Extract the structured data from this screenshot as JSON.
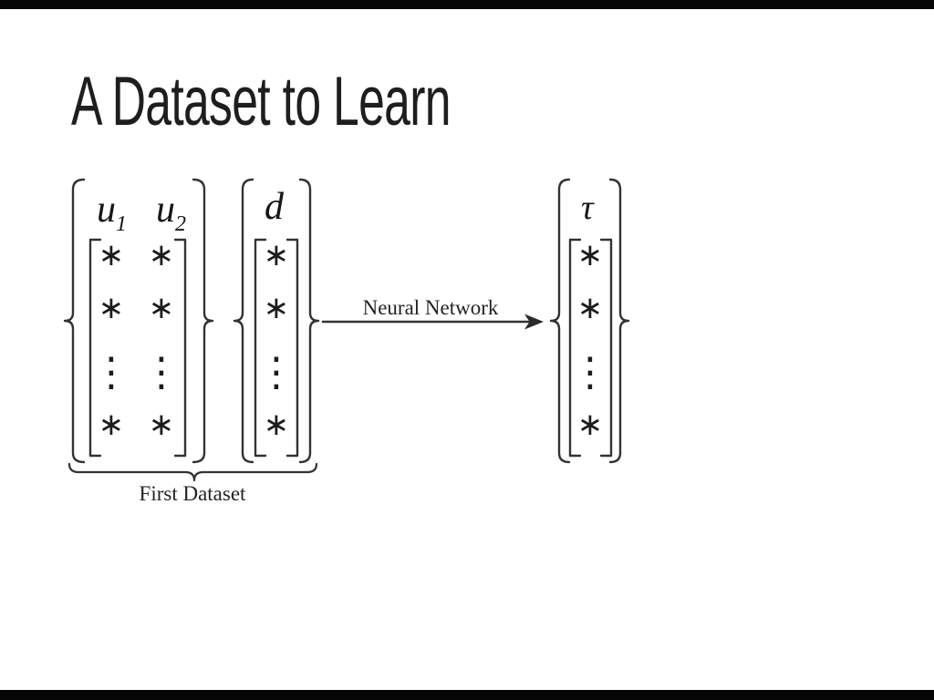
{
  "title": "A Dataset to Learn",
  "colors": {
    "background": "#ffffff",
    "letterbox": "#050505",
    "ink": "#333333"
  },
  "diagram": {
    "first_dataset": {
      "caption": "First Dataset",
      "columns": [
        {
          "label": "u",
          "sub": "1",
          "cells": [
            "∗",
            "∗",
            "⋮",
            "∗"
          ]
        },
        {
          "label": "u",
          "sub": "2",
          "cells": [
            "∗",
            "∗",
            "⋮",
            "∗"
          ]
        }
      ]
    },
    "second_matrix": {
      "label": "d",
      "cells": [
        "∗",
        "∗",
        "⋮",
        "∗"
      ]
    },
    "arrow": {
      "label": "Neural Network"
    },
    "output_matrix": {
      "label": "τ",
      "cells": [
        "∗",
        "∗",
        "⋮",
        "∗"
      ]
    }
  }
}
